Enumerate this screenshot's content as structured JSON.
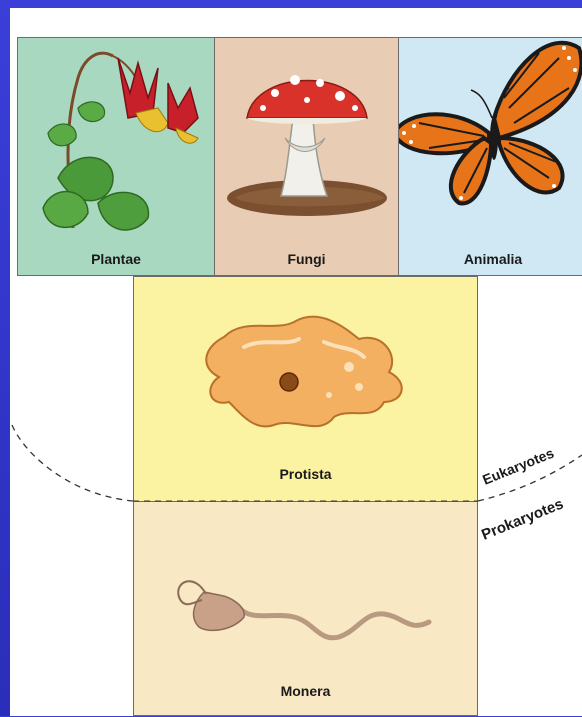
{
  "kingdoms": {
    "plantae": "Plantae",
    "fungi": "Fungi",
    "animalia": "Animalia",
    "protista": "Protista",
    "monera": "Monera"
  },
  "divisions": {
    "eukaryotes": "Eukaryotes",
    "prokaryotes": "Prokaryotes"
  },
  "colors": {
    "background": "#3236c9",
    "plantae_bg": "#a8d8c0",
    "fungi_bg": "#e8cdb4",
    "animalia_bg": "#cfe8f4",
    "protista_bg": "#fbf3a2",
    "monera_bg": "#f8e8c4"
  }
}
